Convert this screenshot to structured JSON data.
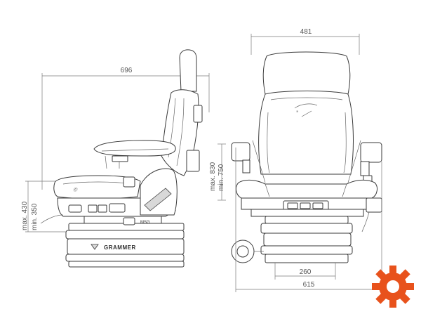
{
  "drawing": {
    "dimensions": {
      "side_width": "696",
      "side_height_max": "max. 430",
      "side_height_min": "min. 350",
      "backrest_height_max": "max. 830",
      "backrest_height_min": "min. 750",
      "front_width_top": "481",
      "front_width_base": "260",
      "front_width_overall": "615"
    },
    "labels": {
      "base_brand": "GRAMMER",
      "badge_small": "MSG"
    },
    "logo": {
      "icon": "gear-icon",
      "color": "#e8521c"
    }
  }
}
